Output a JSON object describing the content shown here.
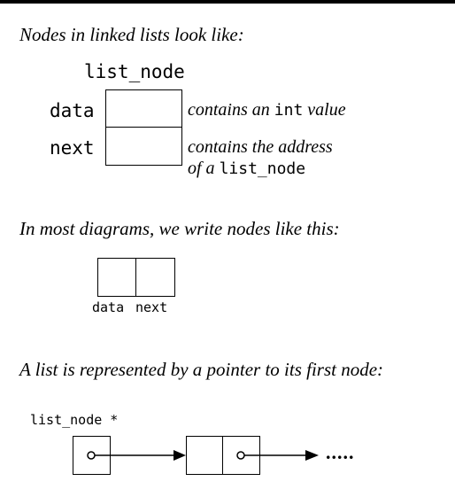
{
  "section1": {
    "heading": "Nodes in linked lists look like:",
    "struct_name": "list_node",
    "field_data": "data",
    "field_next": "next",
    "data_desc_pre": "contains an ",
    "data_desc_code": "int",
    "data_desc_post": " value",
    "next_desc_line1": "contains the address",
    "next_desc_line2_pre": "of a ",
    "next_desc_line2_code": "list_node"
  },
  "section2": {
    "heading": "In most diagrams, we write nodes like this:",
    "label_data": "data",
    "label_next": "next"
  },
  "section3": {
    "heading": "A list is represented by a pointer to its first node:",
    "pointer_type": "list_node *",
    "continuation": "....."
  }
}
